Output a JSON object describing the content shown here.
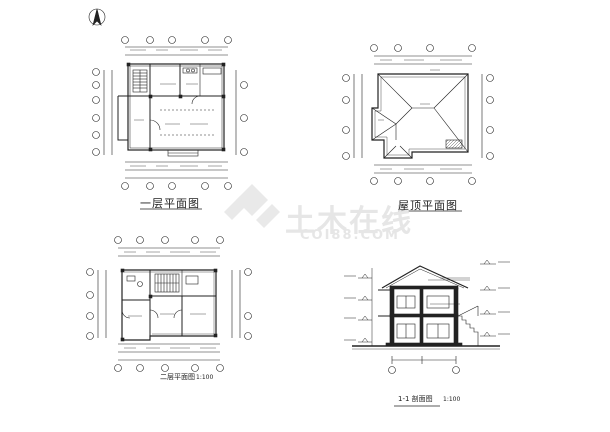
{
  "watermark": {
    "main": "土木在线",
    "sub": "COI88.COM"
  },
  "drawings": {
    "ground_floor": {
      "title": "一层平面图"
    },
    "roof": {
      "title": "屋顶平面图"
    },
    "second_floor": {
      "title": "二层平面图",
      "scale": "1:100"
    },
    "section": {
      "title": "1-1 剖面图",
      "scale": "1:100"
    }
  },
  "colors": {
    "line": "#222222",
    "watermark": "#e6e6e6"
  }
}
